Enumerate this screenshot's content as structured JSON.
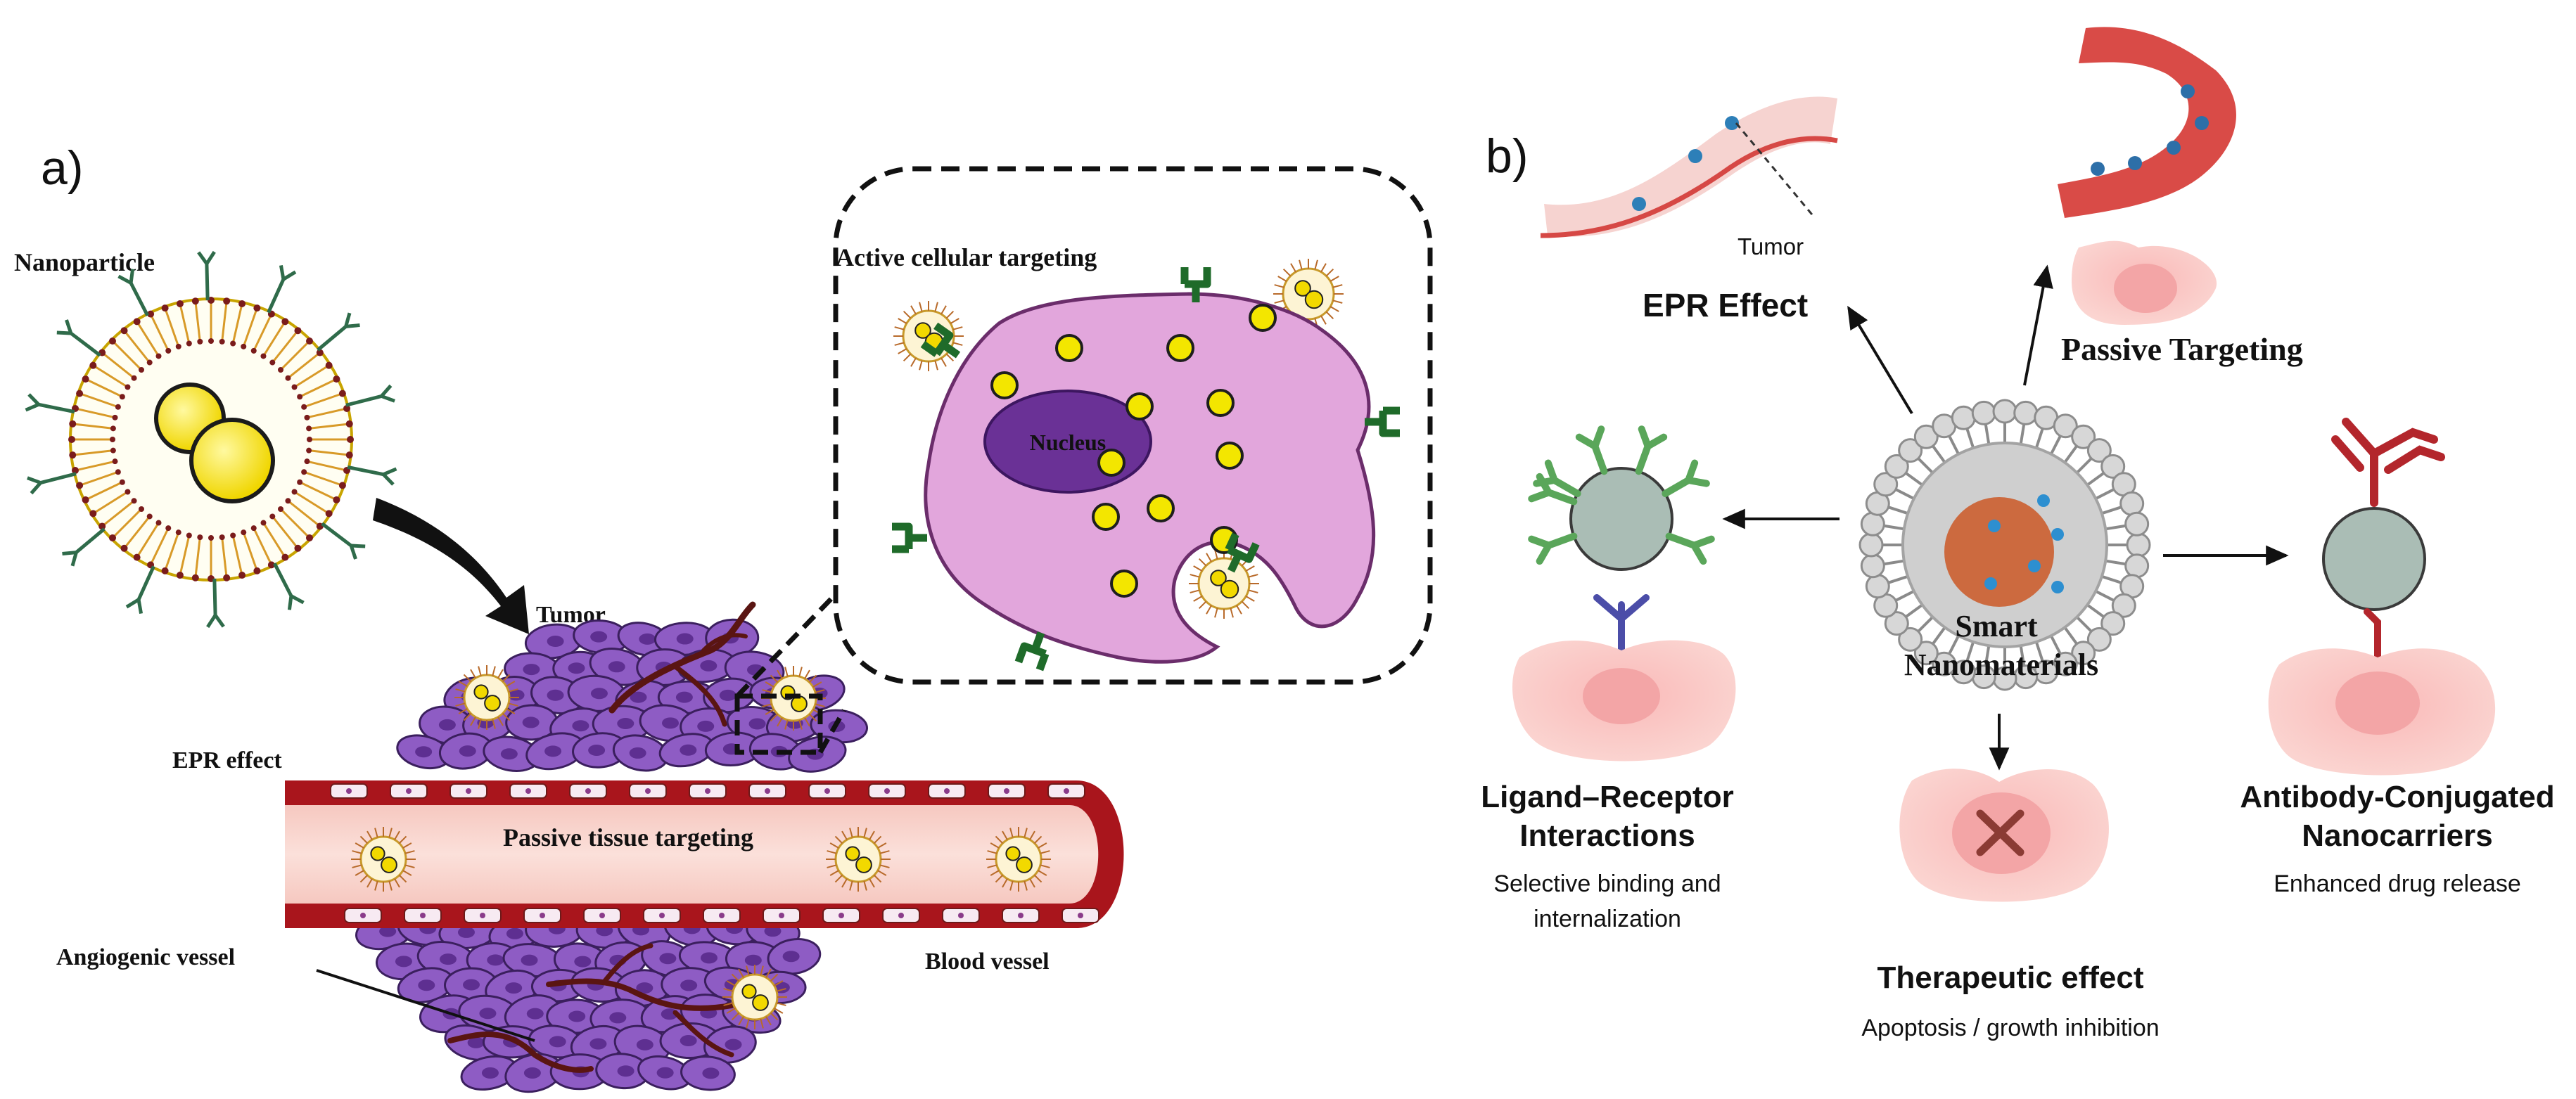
{
  "panel_a": {
    "label": "a)",
    "nanoparticle": "Nanoparticle",
    "active_targeting": "Active cellular targeting",
    "nucleus": "Nucleus",
    "tumor": "Tumor",
    "epr_effect": "EPR effect",
    "passive_tissue": "Passive tissue targeting",
    "angiogenic": "Angiogenic vessel",
    "blood_vessel": "Blood vessel"
  },
  "panel_b": {
    "label": "b)",
    "tumor": "Tumor",
    "epr_effect": "EPR Effect",
    "passive_targeting": "Passive Targeting",
    "center_line1": "Smart",
    "center_line2": "Nanomaterials",
    "ligand_title1": "Ligand–Receptor",
    "ligand_title2": "Interactions",
    "ligand_sub1": "Selective binding and",
    "ligand_sub2": "internalization",
    "antibody_title1": "Antibody-Conjugated",
    "antibody_title2": "Nanocarriers",
    "antibody_sub": "Enhanced drug release",
    "therapeutic_title": "Therapeutic effect",
    "therapeutic_sub": "Apoptosis / growth inhibition"
  },
  "colors": {
    "tumor_cell": "#8e5cc4",
    "vessel_red": "#b01e22",
    "cell_pink": "#f7c9c6",
    "smart_red": "#c0181e",
    "ligand_green": "#5aa65a",
    "receptor_purple": "#4b4da8",
    "antibody_red": "#b3262c"
  }
}
